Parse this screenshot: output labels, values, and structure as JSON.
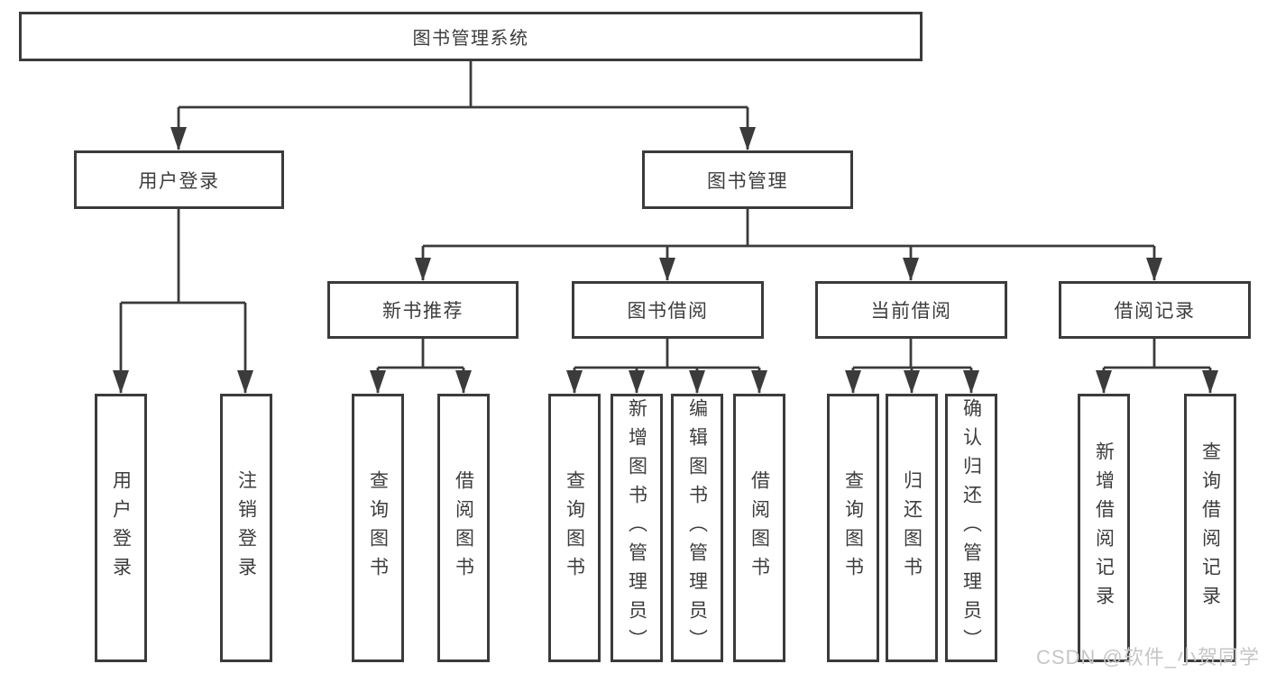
{
  "diagram": {
    "root": {
      "label": "图书管理系统"
    },
    "branches": [
      {
        "label": "用户登录",
        "children": [
          "用户登录",
          "注销登录"
        ]
      },
      {
        "label": "图书管理",
        "sections": [
          {
            "label": "新书推荐",
            "children": [
              "查询图书",
              "借阅图书"
            ]
          },
          {
            "label": "图书借阅",
            "children": [
              "查询图书",
              "新增图书（管理员）",
              "编辑图书（管理员）",
              "借阅图书"
            ]
          },
          {
            "label": "当前借阅",
            "children": [
              "查询图书",
              "归还图书",
              "确认归还（管理员）"
            ]
          },
          {
            "label": "借阅记录",
            "children": [
              "新增借阅记录",
              "查询借阅记录"
            ]
          }
        ]
      }
    ]
  },
  "watermark": {
    "text": "CSDN @软件_小贺同学"
  },
  "colors": {
    "line": "#3b3b3b",
    "text": "#3d3d3d",
    "background": "#ffffff",
    "watermark": "#c6c6c6"
  }
}
